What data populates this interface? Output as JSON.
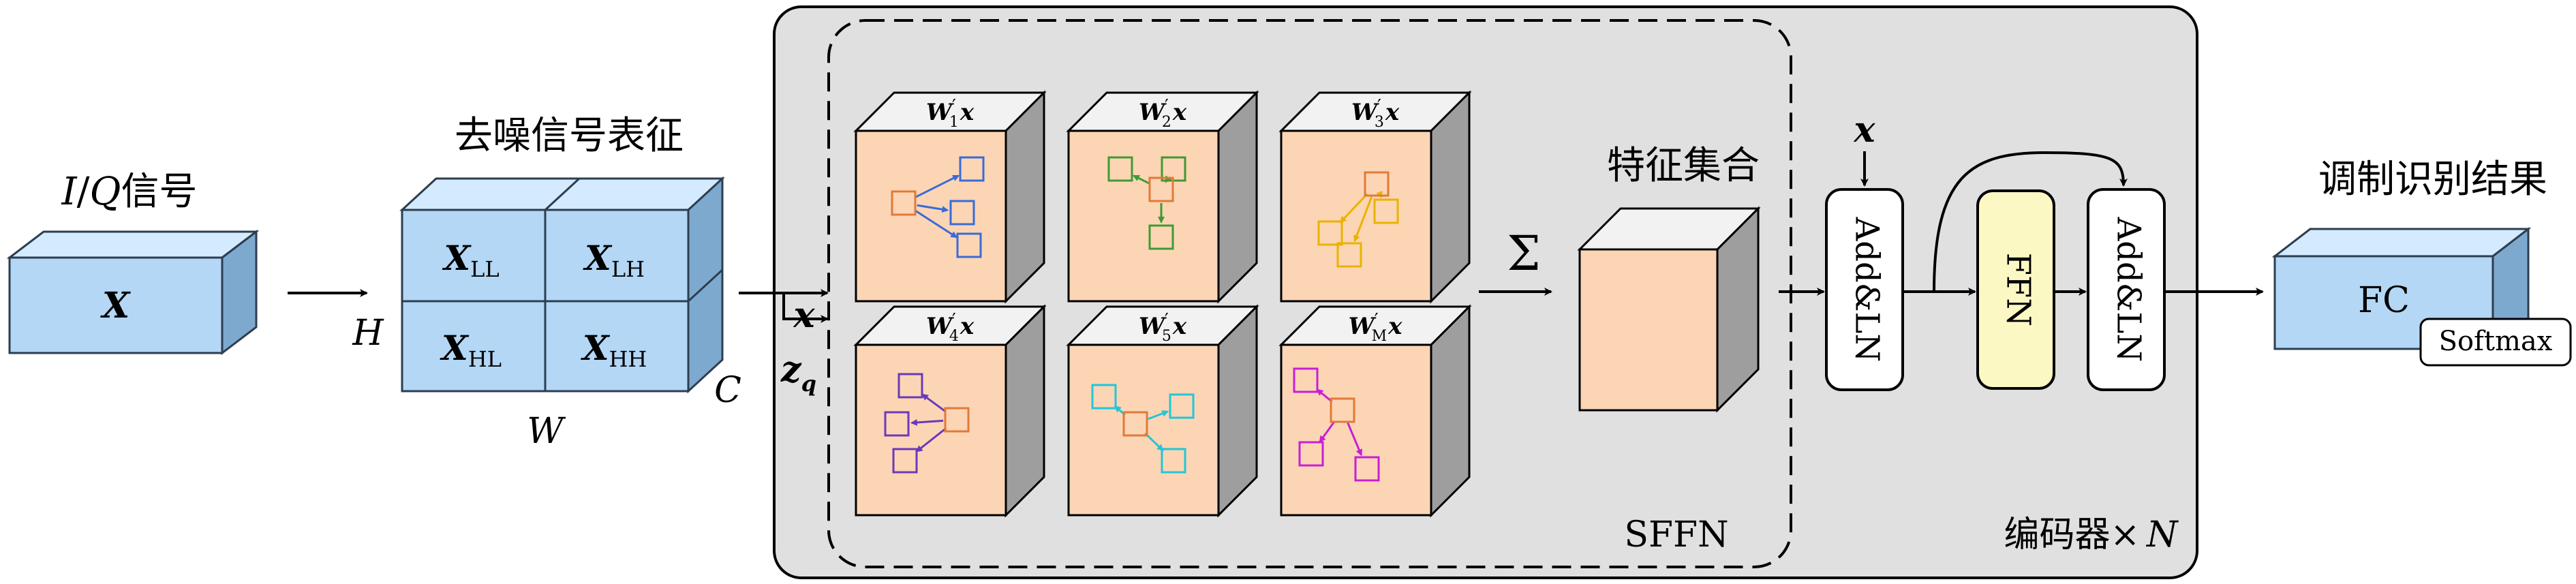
{
  "input": {
    "title_var": "I",
    "title_sep": "/",
    "title_var2": "Q",
    "title_cn": "信号",
    "symbol": "X"
  },
  "arrow_label_H": "H",
  "denoise": {
    "title": "去噪信号表征",
    "cells": [
      {
        "base": "X",
        "sub": "LL"
      },
      {
        "base": "X",
        "sub": "LH"
      },
      {
        "base": "X",
        "sub": "HL"
      },
      {
        "base": "X",
        "sub": "HH"
      }
    ],
    "label_W": "W",
    "label_C": "C"
  },
  "inputs_to_sffn": {
    "x": "x",
    "zq": "z",
    "zq_sub": "q"
  },
  "sffn": {
    "label": "SFFN",
    "cubes": [
      {
        "label": "W",
        "sub": "1",
        "tail": "x",
        "color": "#3a6bd6"
      },
      {
        "label": "W",
        "sub": "2",
        "tail": "x",
        "color": "#3f9a35"
      },
      {
        "label": "W",
        "sub": "3",
        "tail": "x",
        "color": "#e8b400"
      },
      {
        "label": "W",
        "sub": "4",
        "tail": "x",
        "color": "#6a3ab8"
      },
      {
        "label": "W",
        "sub": "5",
        "tail": "x",
        "color": "#22c6d9"
      },
      {
        "label": "W",
        "sub": "M",
        "tail": "x",
        "color": "#c81fd6"
      }
    ],
    "node_center_color": "#e07a38",
    "sum_symbol": "Σ",
    "feature_set_title": "特征集合"
  },
  "encoder": {
    "label_cn": "编码器",
    "label_times": "×",
    "label_N": "N",
    "x_label": "x",
    "add_ln_1": "Add&LN",
    "ffn": "FFN",
    "add_ln_2": "Add&LN"
  },
  "output": {
    "title": "调制识别结果",
    "fc": "FC",
    "softmax": "Softmax"
  },
  "colors": {
    "blue_front": "#b3d7f5",
    "blue_top": "#d4eaff",
    "blue_side": "#7ea9cf",
    "peach": "#fcd5b5",
    "gray_side": "#9e9e9e",
    "gray_top": "#f2f2f2",
    "encoder_bg": "#e0e0e0",
    "ffn_fill": "#fcf8c4"
  }
}
